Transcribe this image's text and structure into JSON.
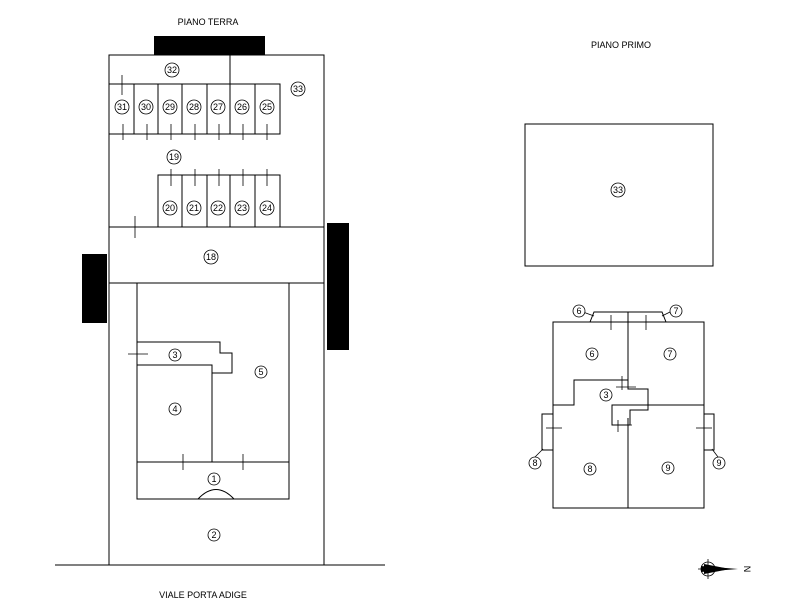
{
  "titles": {
    "ground_floor": "PIANO TERRA",
    "first_floor": "PIANO PRIMO",
    "street": "VIALE PORTA ADIGE"
  },
  "ground_floor_labels": {
    "u1": "1",
    "u2": "2",
    "u3": "3",
    "u4": "4",
    "u5": "5",
    "u18": "18",
    "u19": "19",
    "u20": "20",
    "u21": "21",
    "u22": "22",
    "u23": "23",
    "u24": "24",
    "u25": "25",
    "u26": "26",
    "u27": "27",
    "u28": "28",
    "u29": "29",
    "u30": "30",
    "u31": "31",
    "u32": "32",
    "u33": "33"
  },
  "first_floor_labels": {
    "u33": "33",
    "u3": "3",
    "u6": "6",
    "u7": "7",
    "u8": "8",
    "u9": "9",
    "u6_tag": "6",
    "u7_tag": "7",
    "u8_tag": "8",
    "u9_tag": "9"
  },
  "north_arrow_letter": "N"
}
